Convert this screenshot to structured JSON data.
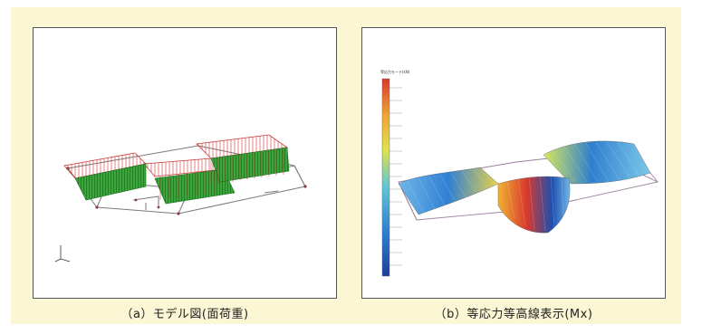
{
  "figure_a": {
    "caption": "（a）モデル図(面荷重)"
  },
  "figure_b": {
    "caption": "（b）等応力等高線表示(Mx)",
    "legend_title": "等応力モード(kN)"
  },
  "colors": {
    "panel_background": "#fbf6d3",
    "load_red": "#cc3333",
    "load_green": "#2f9a2f",
    "frame_gray": "#7a7a7a"
  },
  "icons": [
    "axis-triad-icon"
  ]
}
